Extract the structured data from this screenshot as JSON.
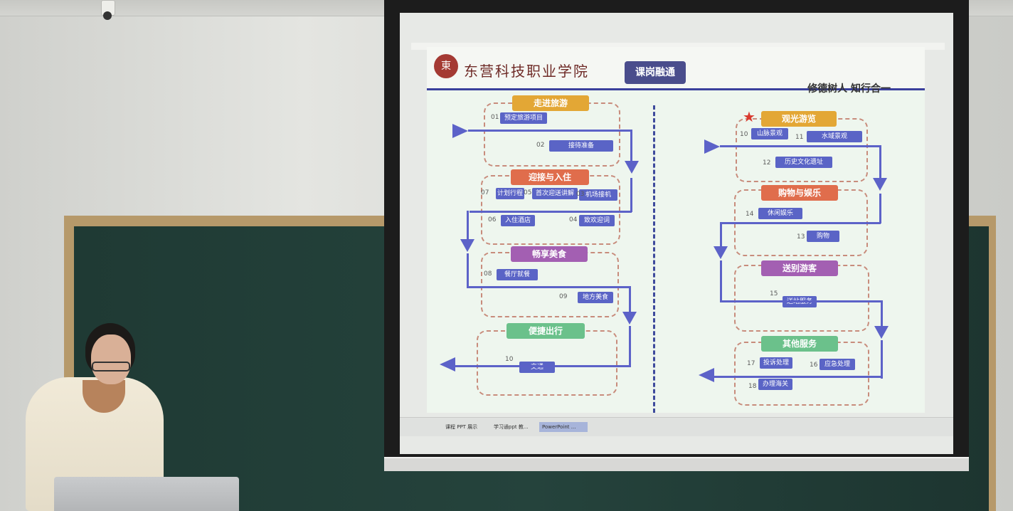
{
  "slide": {
    "school_name": "东营科技职业学院",
    "title": "课岗融通",
    "motto": "修德树人 知行合一",
    "logo": "university-seal-icon",
    "left_groups": [
      {
        "head": "走进旅游",
        "color": "#e3a735",
        "items": [
          {
            "num": "01",
            "label": "预定旅游项目"
          },
          {
            "num": "02",
            "label": "接待准备"
          }
        ]
      },
      {
        "head": "迎接与入住",
        "color": "#e06d4c",
        "items": [
          {
            "num": "07",
            "label": "计划行程"
          },
          {
            "num": "05",
            "label": "首次迎送讲解"
          },
          {
            "num": "03",
            "label": "机场接机"
          },
          {
            "num": "06",
            "label": "入住酒店"
          },
          {
            "num": "04",
            "label": "致欢迎词"
          }
        ]
      },
      {
        "head": "畅享美食",
        "color": "#a35fb2",
        "items": [
          {
            "num": "08",
            "label": "餐厅就餐"
          },
          {
            "num": "09",
            "label": "地方美食"
          }
        ]
      },
      {
        "head": "便捷出行",
        "color": "#6bc18b",
        "items": [
          {
            "num": "10",
            "label": "交通"
          }
        ]
      }
    ],
    "right_groups": [
      {
        "head": "观光游览",
        "color": "#e3a735",
        "items": [
          {
            "num": "10",
            "label": "山脉景观"
          },
          {
            "num": "11",
            "label": "水域景观"
          },
          {
            "num": "12",
            "label": "历史文化遗址"
          }
        ]
      },
      {
        "head": "购物与娱乐",
        "color": "#e06d4c",
        "items": [
          {
            "num": "14",
            "label": "休闲娱乐"
          },
          {
            "num": "13",
            "label": "购物"
          }
        ]
      },
      {
        "head": "送别游客",
        "color": "#a35fb2",
        "items": [
          {
            "num": "15",
            "label": "送站服务"
          }
        ]
      },
      {
        "head": "其他服务",
        "color": "#6bc18b",
        "items": [
          {
            "num": "17",
            "label": "投诉处理"
          },
          {
            "num": "16",
            "label": "应急处理"
          },
          {
            "num": "18",
            "label": "办理海关"
          }
        ]
      }
    ]
  },
  "taskbar": {
    "items": [
      {
        "label": "课程 PPT 展示",
        "active": false
      },
      {
        "label": "学习通ppt 教...",
        "active": false
      },
      {
        "label": "PowerPoint ...",
        "active": true
      }
    ]
  },
  "icons": {
    "camera": "security-camera-icon",
    "star": "star-icon"
  }
}
